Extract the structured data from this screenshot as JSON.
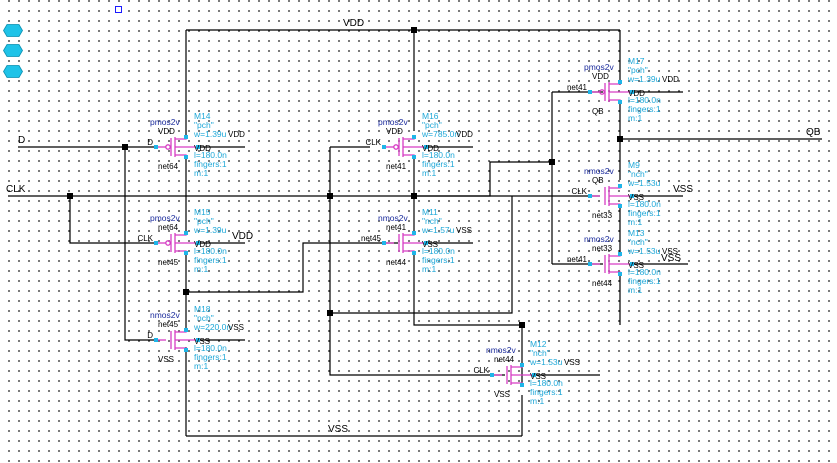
{
  "palette": {
    "wire": "#000000",
    "device": "#d63cc4",
    "pin": "#1fb5e8",
    "type_text": "#1c2c9c",
    "param_text": "#1fa8d8",
    "nav_fill": "#1fc3e8"
  },
  "toolbar": {
    "nav_icons": [
      "hexagon-icon",
      "hexagon-icon",
      "hexagon-icon"
    ]
  },
  "nets": {
    "vdd_top": "VDD",
    "vss_bottom": "VSS",
    "d": "D",
    "clk": "CLK",
    "qb": "QB",
    "m15_vdd": "VDD",
    "m17_vss_a": "VSS",
    "m17_vss_b": "VSS"
  },
  "transistors": [
    {
      "id": "m14",
      "type": "pmos2v",
      "name": "M14",
      "model": "\"pch\"",
      "w": "w=1.39u",
      "w_suffix": "VDD",
      "l": "l=180.0n",
      "fingers": "fingers:1",
      "m": "m:1",
      "t_gate": "D",
      "t_top": "VDD",
      "t_mid": "VDD",
      "t_bot": "net64"
    },
    {
      "id": "m15",
      "type": "pmos2v",
      "name": "M15",
      "model": "\"pch\"",
      "w": "w=1.39u",
      "w_suffix": "",
      "l": "l=180.0n",
      "fingers": "fingers:1",
      "m": "m:1",
      "t_gate": "CLK",
      "t_top": "net64",
      "t_mid": "VDD",
      "t_bot": "net45"
    },
    {
      "id": "m18",
      "type": "nmos2v",
      "name": "M18",
      "model": "\"nch\"",
      "w": "w=220.0n",
      "w_suffix": "VSS",
      "l": "l=180.0n",
      "fingers": "fingers:1",
      "m": "m:1",
      "t_gate": "D",
      "t_top": "net45",
      "t_mid": "VSS",
      "t_bot": "VSS"
    },
    {
      "id": "m16",
      "type": "pmos2v",
      "name": "M16",
      "model": "\"pch\"",
      "w": "w=785.0n",
      "w_suffix": "VDD",
      "l": "l=180.0n",
      "fingers": "fingers:1",
      "m": "m:1",
      "t_gate": "CLK",
      "t_top": "VDD",
      "t_mid": "VDD",
      "t_bot": "net41"
    },
    {
      "id": "m11",
      "type": "nmos2v",
      "name": "M11",
      "model": "\"nch\"",
      "w": "w=1.57u",
      "w_suffix": "VSS",
      "l": "l=180.0n",
      "fingers": "fingers:1",
      "m": "m:1",
      "t_gate": "net45",
      "t_top": "net41",
      "t_mid": "VSS",
      "t_bot": "net44"
    },
    {
      "id": "m17",
      "type": "pmos2v",
      "name": "M17",
      "model": "\"pch\"",
      "w": "w=1.39u",
      "w_suffix": "VDD",
      "l": "l=180.0n",
      "fingers": "fingers:1",
      "m": "m:1",
      "t_gate": "net41",
      "t_top": "VDD",
      "t_mid": "VDD",
      "t_bot": "QB"
    },
    {
      "id": "m9",
      "type": "nmos2v",
      "name": "M9",
      "model": "\"nch\"",
      "w": "w=1.53u",
      "w_suffix": "",
      "l": "l=180.0n",
      "fingers": "fingers:1",
      "m": "m:1",
      "t_gate": "CLK",
      "t_top": "QB",
      "t_mid": "VSS",
      "t_bot": "net33"
    },
    {
      "id": "m13",
      "type": "nmos2v",
      "name": "M13",
      "model": "\"nch\"",
      "w": "w=1.53u",
      "w_suffix": "VSS",
      "l": "l=180.0n",
      "fingers": "fingers:1",
      "m": "m:1",
      "t_gate": "net41",
      "t_top": "net33",
      "t_mid": "VSS",
      "t_bot": "net44"
    },
    {
      "id": "m12",
      "type": "nmos2v",
      "name": "M12",
      "model": "\"nch\"",
      "w": "w=1.53u",
      "w_suffix": "VSS",
      "l": "l=180.0n",
      "fingers": "fingers:1",
      "m": "m:1",
      "t_gate": "CLK",
      "t_top": "net44",
      "t_mid": "VSS",
      "t_bot": "VSS"
    }
  ]
}
